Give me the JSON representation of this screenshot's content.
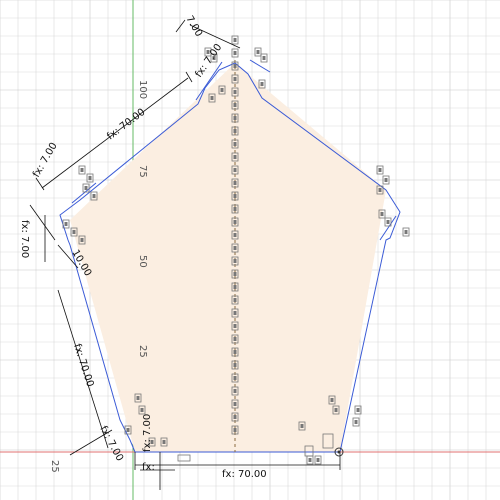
{
  "sketch": {
    "axis_labels": {
      "y_100": "100",
      "y_75": "75",
      "y_50": "50",
      "y_25": "25",
      "x_neg25": "25"
    },
    "dimensions": {
      "top_offset": "7.00",
      "left_upper_side": "fx: 70.00",
      "left_upper_offset": "fx: 7.00",
      "left_mid_offset": "fx: 7.00",
      "left_small": "10.00",
      "left_lower_side": "fx: 70.00",
      "bottom_left_offset": "fx: 7.00",
      "bottom_side": "fx: 70.00",
      "bottom_small_a": "fx: ",
      "bottom_small_b": "fx: 7.00",
      "top_small": "fx: 7.00"
    },
    "colors": {
      "grid": "#d9d9d9",
      "grid_major": "#c8c8c8",
      "profile_fill": "#fbeee1",
      "sketch_line": "#3b5bd6",
      "dim_line": "#111111",
      "axis_x": "#e07070",
      "axis_y": "#66bb66",
      "constraint_icon": "#777777"
    }
  }
}
